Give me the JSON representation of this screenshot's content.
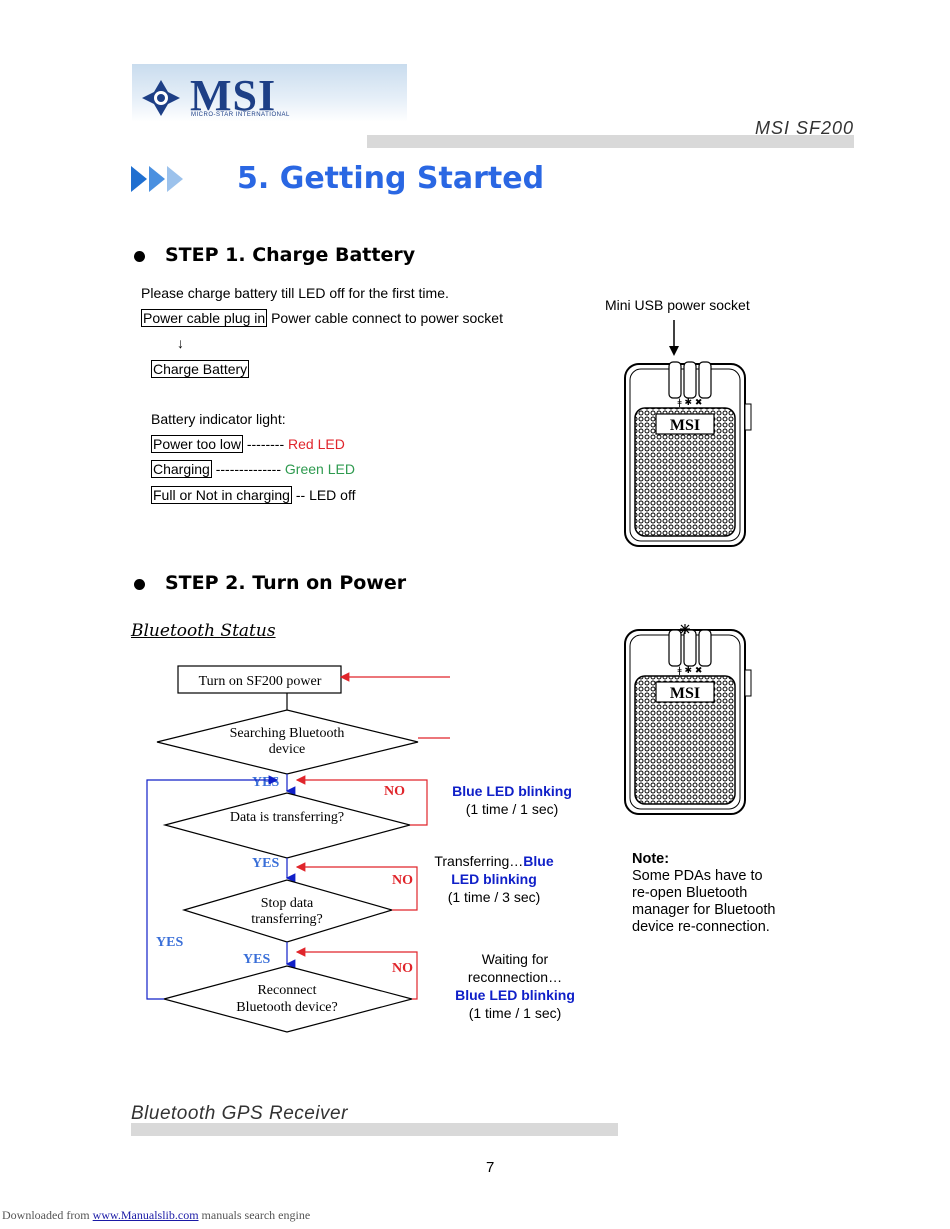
{
  "header": {
    "logo_text": "MSI",
    "logo_subtext": "MICRO-STAR INTERNATIONAL",
    "model": "MSI SF200"
  },
  "title": "5. Getting Started",
  "step1": {
    "heading": "STEP 1. Charge Battery",
    "intro": "Please charge battery till LED off for the first time.",
    "plug_box": "Power cable plug in",
    "plug_text": "Power cable connect to power socket",
    "arrow": "↓",
    "charge_box": "Charge Battery",
    "indicator_label": "Battery indicator light:",
    "rows": [
      {
        "box": "Power too low",
        "dashes": " -------- ",
        "status": "Red LED",
        "color": "#e0252b"
      },
      {
        "box": "Charging",
        "dashes": " -------------- ",
        "status": "Green LED",
        "color": "#2e9a4f"
      },
      {
        "box": "Full or Not in charging",
        "dashes": " -- ",
        "status": "LED off",
        "color": "#000000"
      }
    ],
    "socket_label": "Mini USB power socket"
  },
  "step2": {
    "heading": "STEP 2. Turn on Power",
    "subheading": "Bluetooth Status",
    "flow": {
      "start": "Turn on SF200 power",
      "d1_line1": "Searching Bluetooth",
      "d1_line2": "device",
      "d2": "Data is transferring?",
      "d3_line1": "Stop data",
      "d3_line2": "transferring?",
      "d4_line1": "Reconnect",
      "d4_line2": "Bluetooth device?",
      "yes": "YES",
      "no": "NO"
    },
    "notes": {
      "n1_blue": "Blue LED blinking",
      "n1_rate": "(1 time / 1 sec)",
      "n2_prefix": "Transferring…",
      "n2_blue1": "Blue",
      "n2_blue2": "LED blinking",
      "n2_rate": "(1 time / 3 sec)",
      "n3_line1": "Waiting for",
      "n3_line2": "reconnection…",
      "n3_blue": "Blue LED blinking",
      "n3_rate": "(1 time / 1 sec)"
    },
    "note_title": "Note:",
    "note_lines": [
      "Some PDAs have to",
      "re-open Bluetooth",
      "manager for Bluetooth",
      "device re-connection."
    ]
  },
  "device": {
    "brand": "MSI",
    "icons": "ǂ ✱ ✖"
  },
  "footer": {
    "product": "Bluetooth GPS Receiver",
    "page": "7",
    "download_prefix": "Downloaded from",
    "download_link": "www.Manualslib.com",
    "download_suffix": "manuals search engine"
  },
  "colors": {
    "title_blue": "#2a67e3",
    "flow_red": "#e0252b",
    "flow_blue": "#1020c8",
    "yes_blue": "#3a6fd8"
  }
}
